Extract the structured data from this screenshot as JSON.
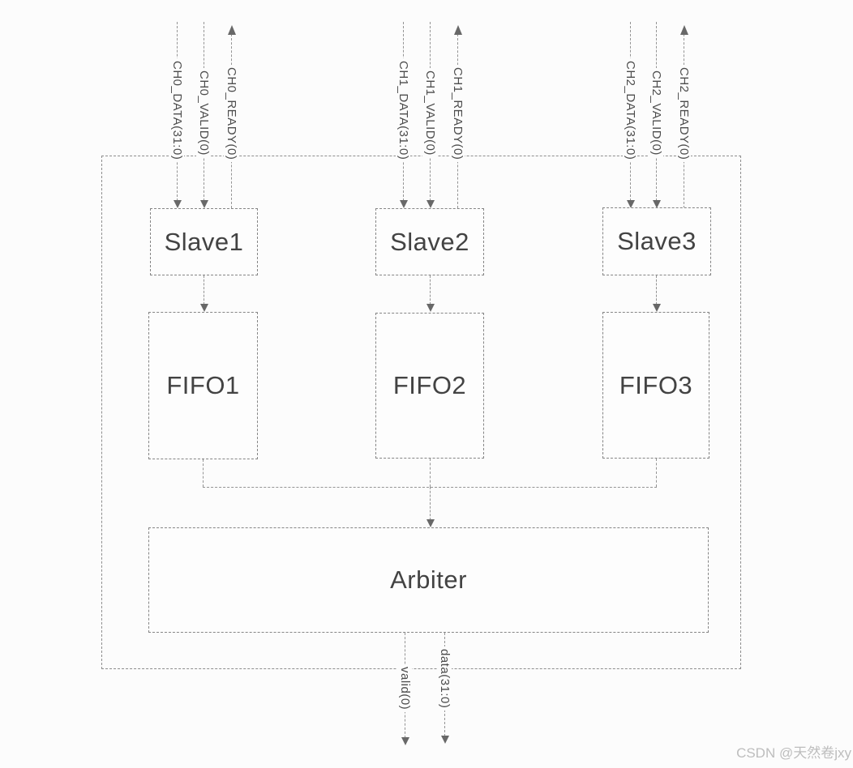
{
  "diagram": {
    "channels": [
      {
        "name": "CH0",
        "data_label": "CH0_DATA(31:0)",
        "valid_label": "CH0_VALID(0)",
        "ready_label": "CH0_READY(0)"
      },
      {
        "name": "CH1",
        "data_label": "CH1_DATA(31:0)",
        "valid_label": "CH1_VALID(0)",
        "ready_label": "CH1_READY(0)"
      },
      {
        "name": "CH2",
        "data_label": "CH2_DATA(31:0)",
        "valid_label": "CH2_VALID(0)",
        "ready_label": "CH2_READY(0)"
      }
    ],
    "blocks": {
      "slave1": "Slave1",
      "slave2": "Slave2",
      "slave3": "Slave3",
      "fifo1": "FIFO1",
      "fifo2": "FIFO2",
      "fifo3": "FIFO3",
      "arbiter": "Arbiter"
    },
    "outputs": {
      "valid_label": "valid(0)",
      "data_label": "data(31:0)"
    }
  },
  "watermark": {
    "text": "CSDN @天然卷jxy",
    "color": "#bdbdbd"
  },
  "colors": {
    "background": "#fcfcfc",
    "line": "#949494",
    "box_border": "#858585",
    "arrow": "#686868",
    "text": "#434343"
  }
}
